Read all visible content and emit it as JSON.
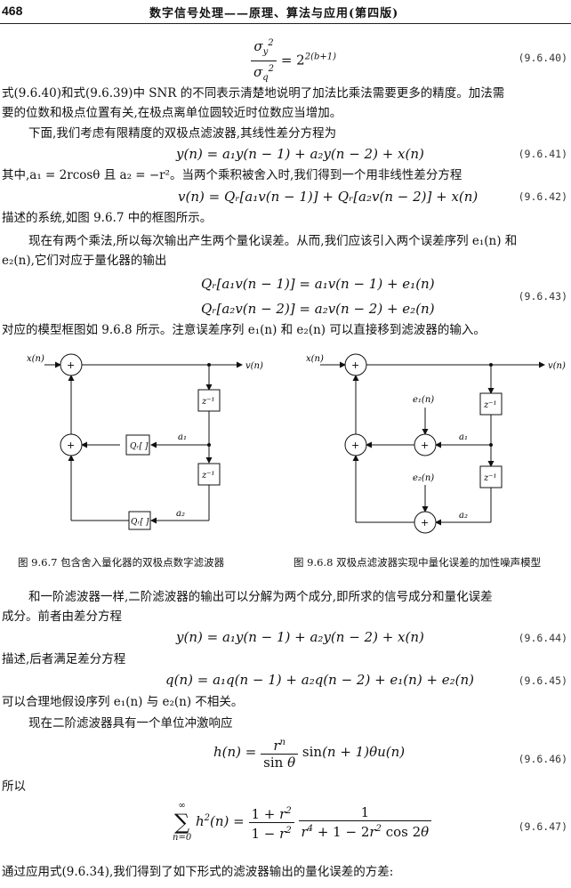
{
  "header": {
    "page_number": "468",
    "title": "数字信号处理——原理、算法与应用(第四版)"
  },
  "equations": {
    "e9640_num": "9.6.40",
    "e9641_num": "9.6.41",
    "e9642_num": "9.6.42",
    "e9643_num": "9.6.43",
    "e9644_num": "9.6.44",
    "e9645_num": "9.6.45",
    "e9646_num": "9.6.46",
    "e9647_num": "9.6.47",
    "e9641": "y(n) = a₁y(n − 1) + a₂y(n − 2) + x(n)",
    "e9642": "v(n) = Qᵣ[a₁v(n − 1)] + Qᵣ[a₂v(n − 2)] + x(n)",
    "e9643a": "Qᵣ[a₁v(n − 1)] = a₁v(n − 1) + e₁(n)",
    "e9643b": "Qᵣ[a₂v(n − 2)] = a₂v(n − 2) + e₂(n)",
    "e9644": "y(n) = a₁y(n − 1) + a₂y(n − 2) + x(n)",
    "e9645": "q(n) = a₁q(n − 1) + a₂q(n − 2) + e₁(n) + e₂(n)"
  },
  "text": {
    "p1a": "式(9.6.40)和式(9.6.39)中 SNR 的不同表示清楚地说明了加法比乘法需要更多的精度。加法需",
    "p1b": "要的位数和极点位置有关,在极点离单位圆较近时位数应当增加。",
    "p2": "下面,我们考虑有限精度的双极点滤波器,其线性差分方程为",
    "p3": "其中,a₁ = 2rcosθ 且 a₂ = −r²。当两个乘积被舍入时,我们得到一个用非线性差分方程",
    "p4": "描述的系统,如图 9.6.7 中的框图所示。",
    "p5a": "现在有两个乘法,所以每次输出产生两个量化误差。从而,我们应该引入两个误差序列 e₁(n) 和",
    "p5b": "e₂(n),它们对应于量化器的输出",
    "p6": "对应的模型框图如 9.6.8 所示。注意误差序列 e₁(n) 和 e₂(n) 可以直接移到滤波器的输入。",
    "p7a": "和一阶滤波器一样,二阶滤波器的输出可以分解为两个成分,即所求的信号成分和量化误差",
    "p7b": "成分。前者由差分方程",
    "p8": "描述,后者满足差分方程",
    "p9": "可以合理地假设序列 e₁(n) 与 e₂(n) 不相关。",
    "p10": "现在二阶滤波器具有一个单位冲激响应",
    "p11": "所以",
    "p12": "通过应用式(9.6.34),我们得到了如下形式的滤波器输出的量化误差的方差:"
  },
  "figures": {
    "fig967_caption": "图 9.6.7   包含舍入量化器的双极点数字滤波器",
    "fig968_caption": "图 9.6.8   双极点滤波器实现中量化误差的加性噪声模型",
    "labels": {
      "x": "x(n)",
      "v": "v(n)",
      "z": "z⁻¹",
      "q": "Qᵣ[ ]",
      "a1": "a₁",
      "a2": "a₂",
      "e1": "e₁(n)",
      "e2": "e₂(n)",
      "plus": "+"
    }
  }
}
